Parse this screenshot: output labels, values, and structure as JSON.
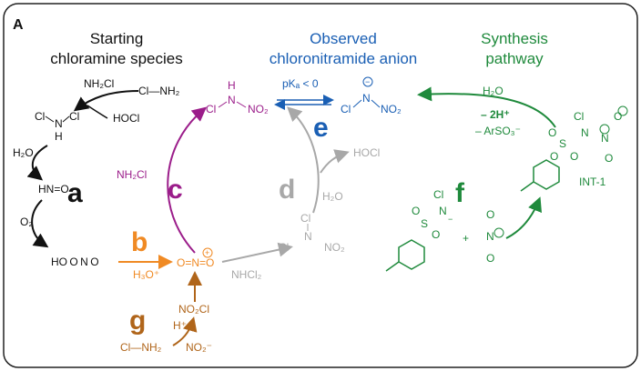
{
  "panel_label": "A",
  "headers": {
    "starting_line1": "Starting",
    "starting_line2": "chloramine species",
    "observed_line1": "Observed",
    "observed_line2": "chloronitramide anion",
    "synthesis_line1": "Synthesis",
    "synthesis_line2": "pathway"
  },
  "step_letters": {
    "a": "a",
    "b": "b",
    "c": "c",
    "d": "d",
    "e": "e",
    "f": "f",
    "g": "g"
  },
  "reagents": {
    "nh2cl_top": "NH₂Cl",
    "hocl_left": "HOCl",
    "h2o_left": "H₂O",
    "o2": "O₂",
    "nh2cl_c": "NH₂Cl",
    "h3o": "H₃O⁺",
    "nhcl2": "NHCl₂",
    "hocl_right": "HOCl",
    "h2o_d": "H₂O",
    "pka": "pKₐ < 0",
    "h2o_syn": "H₂O",
    "minus_2h": "– 2H⁺",
    "minus_arso3": "– ArSO₃⁻",
    "hplus_g": "H⁺",
    "no2minus": "NO₂⁻",
    "plus_sign": "+"
  },
  "molecules": {
    "nh2cl_struct": "Cl—NH₂",
    "dichloramine_cl1": "Cl",
    "dichloramine_n": "N",
    "dichloramine_cl2": "Cl",
    "dichloramine_h": "H",
    "hno": "HN=O",
    "peroxynitrite": "HO O N O",
    "no2plus": "O=N=O",
    "no2cl": "NO₂Cl",
    "clnh2_g": "Cl—NH₂",
    "clnhno2_cl": "Cl",
    "clnhno2_h": "H",
    "clnhno2_n": "N",
    "clnhno2_no2": "NO₂",
    "anion_cl": "Cl",
    "anion_n": "N",
    "anion_no2": "NO₂",
    "d_cl_top": "Cl",
    "d_n": "N",
    "d_cl": "Cl",
    "d_no2": "NO₂",
    "int1_label": "INT-1",
    "int1_cl": "Cl",
    "int1_n": "N",
    "int1_o": "O",
    "int1_s": "S",
    "int1_o2": "O",
    "int1_o3": "O",
    "int1_no2_n": "N",
    "int1_no2_o1": "O",
    "int1_no2_o2": "O",
    "f_s": "S",
    "f_o1": "O",
    "f_o2": "O",
    "f_n": "N",
    "f_cl": "Cl",
    "f_charge": "−",
    "no2plus_f_n": "N",
    "no2plus_f_o1": "O",
    "no2plus_f_o2": "O"
  },
  "colors": {
    "black": "#111111",
    "orange": "#f08a24",
    "purple": "#9b1d8a",
    "gray": "#a8a8a8",
    "blue": "#1a5fb4",
    "green": "#1f8a3c",
    "brown": "#b0651a"
  }
}
